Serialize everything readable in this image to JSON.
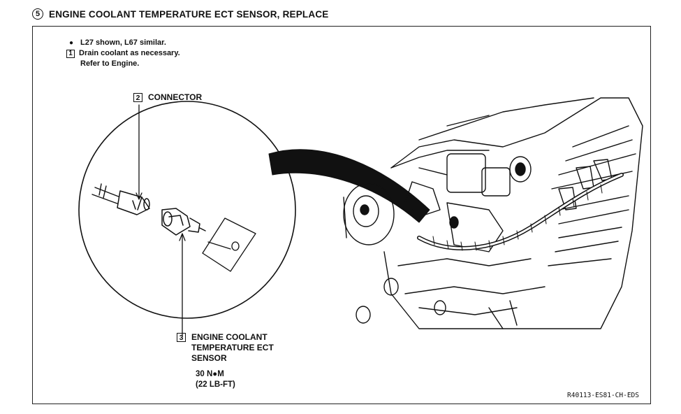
{
  "header": {
    "step": "5",
    "title": "ENGINE COOLANT TEMPERATURE ECT SENSOR, REPLACE"
  },
  "notes": {
    "bullet_symbol": "●",
    "line1": "L27 shown, L67 similar.",
    "step_num": "1",
    "line2": "Drain coolant as necessary.",
    "line3": "Refer to Engine."
  },
  "callouts": {
    "connector": {
      "num": "2",
      "label": "CONNECTOR"
    },
    "sensor": {
      "num": "3",
      "line1": "ENGINE COOLANT",
      "line2": "TEMPERATURE ECT",
      "line3": "SENSOR"
    }
  },
  "torque": {
    "line1": "30 N●M",
    "line2": "(22 LB-FT)"
  },
  "reference_code": "R40113-ES81-CH-EDS"
}
